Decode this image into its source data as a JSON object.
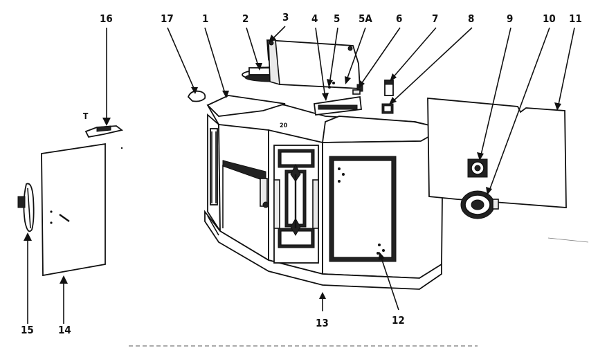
{
  "callouts": [
    {
      "id": "1",
      "text": "1"
    },
    {
      "id": "2",
      "text": "2"
    },
    {
      "id": "3",
      "text": "3"
    },
    {
      "id": "4",
      "text": "4"
    },
    {
      "id": "5",
      "text": "5"
    },
    {
      "id": "5A",
      "text": "5A"
    },
    {
      "id": "6",
      "text": "6"
    },
    {
      "id": "7",
      "text": "7"
    },
    {
      "id": "8",
      "text": "8"
    },
    {
      "id": "9",
      "text": "9"
    },
    {
      "id": "10",
      "text": "10"
    },
    {
      "id": "11",
      "text": "11"
    },
    {
      "id": "12",
      "text": "12"
    },
    {
      "id": "13",
      "text": "13"
    },
    {
      "id": "14",
      "text": "14"
    },
    {
      "id": "15",
      "text": "15"
    },
    {
      "id": "16",
      "text": "16"
    },
    {
      "id": "17",
      "text": "17"
    }
  ],
  "inline_labels": {
    "hinge_mark": "T",
    "top_mark": "20"
  },
  "colors": {
    "ink": "#111111",
    "paper": "#ffffff"
  }
}
